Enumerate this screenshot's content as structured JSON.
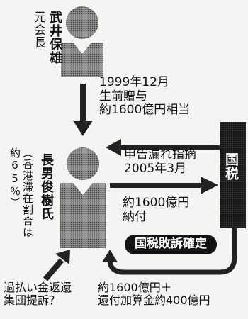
{
  "takei": {
    "name": "武井保雄",
    "title": "元会長"
  },
  "gift": {
    "line1": "1999年12月",
    "line2": "生前贈与",
    "line3": "約1600億円相当"
  },
  "son": {
    "name": "長男俊樹氏",
    "note": "（香港滞在割合は約65％）"
  },
  "tax_office": {
    "label": "国税"
  },
  "audit": {
    "line1": "申告漏れ指摘",
    "line2": "2005年3月"
  },
  "payment": {
    "line1": "約1600億円",
    "line2": "納付"
  },
  "verdict": {
    "label": "国税敗訴確定"
  },
  "lawsuit": {
    "line1": "過払い金返還",
    "line2": "集団提訴？"
  },
  "refund": {
    "line1": "約1600億円＋",
    "line2": "還付加算金約400億円"
  }
}
